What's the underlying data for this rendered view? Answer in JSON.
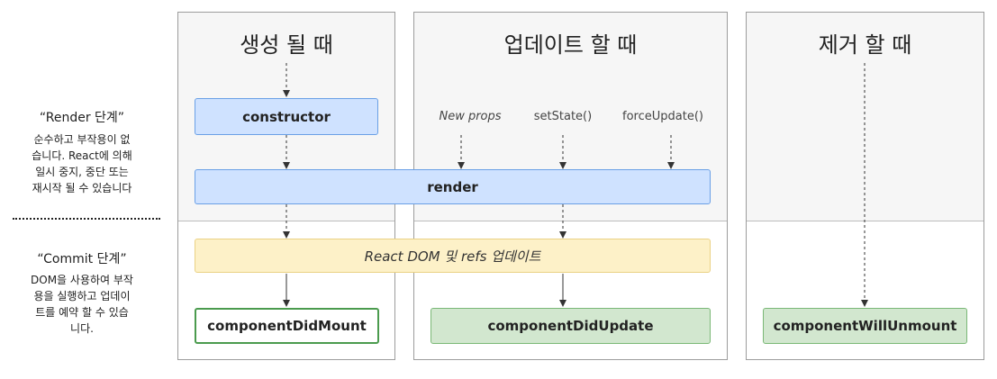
{
  "phases": {
    "render": {
      "title": "“Render 단계”",
      "desc_lines": [
        "순수하고 부작용이 없",
        "습니다. React에 의해",
        "일시 중지, 중단 또는",
        "재시작 될 수 있습니다"
      ]
    },
    "commit": {
      "title": "“Commit 단계”",
      "desc_lines": [
        "DOM을 사용하여 부작",
        "용을 실행하고 업데이",
        "트를 예약 할 수 있습",
        "니다."
      ]
    }
  },
  "columns": {
    "mount": {
      "title": "생성 될 때"
    },
    "update": {
      "title": "업데이트 할 때"
    },
    "unmount": {
      "title": "제거 할 때"
    }
  },
  "boxes": {
    "constructor": "constructor",
    "render": "render",
    "react_dom": "React DOM 및 refs 업데이트",
    "did_mount": "componentDidMount",
    "did_update": "componentDidUpdate",
    "will_unmount": "componentWillUnmount"
  },
  "triggers": {
    "new_props": "New props",
    "set_state": "setState()",
    "force_update": "forceUpdate()"
  },
  "colors": {
    "blue_fill": "#cfe2ff",
    "yellow_fill": "#fdf1c8",
    "green_fill": "#d2e7cf",
    "green_border": "#4b9b4e"
  }
}
